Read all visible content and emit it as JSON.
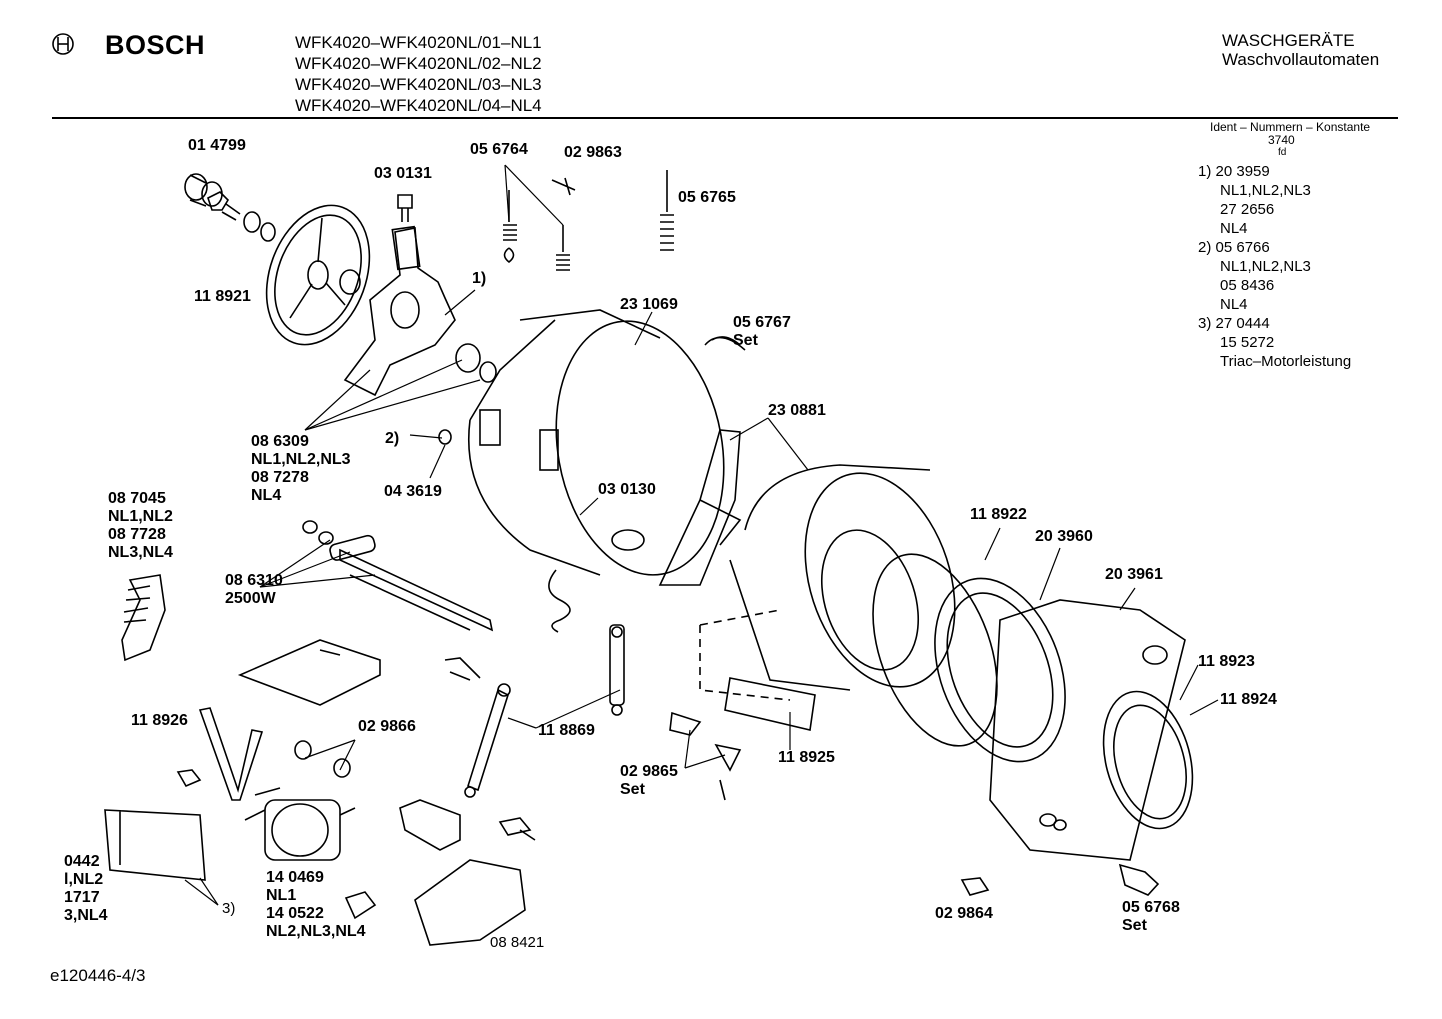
{
  "header": {
    "brand": "BOSCH",
    "models": [
      "WFK4020–WFK4020NL/01–NL1",
      "WFK4020–WFK4020NL/02–NL2",
      "WFK4020–WFK4020NL/03–NL3",
      "WFK4020–WFK4020NL/04–NL4"
    ],
    "category": "WASCHGERÄTE",
    "subcategory": "Waschvollautomaten"
  },
  "ident": {
    "title": "Ident – Nummern – Konstante",
    "code": "3740",
    "sub": "fd",
    "notes": [
      "1) 20 3959",
      "NL1,NL2,NL3",
      "27 2656",
      "NL4",
      "2)  05 6766",
      "NL1,NL2,NL3",
      "05 8436",
      "NL4",
      "3)  27 0444",
      "15 5272",
      "Triac–Motorleistung"
    ]
  },
  "parts": {
    "p014799": "01 4799",
    "p030131": "03 0131",
    "p056764": "05 6764",
    "p029863": "02 9863",
    "p056765": "05 6765",
    "note1": "1)",
    "p118921": "11 8921",
    "p231069": "23 1069",
    "p056767": [
      "05 6767",
      "Set"
    ],
    "p086309": [
      "08 6309",
      "NL1,NL2,NL3",
      "08 7278",
      "NL4"
    ],
    "note2": "2)",
    "p043619": "04 3619",
    "p030130": "03 0130",
    "p230881": "23 0881",
    "p087045": [
      "08 7045",
      "NL1,NL2",
      "08 7728",
      "NL3,NL4"
    ],
    "p086310": [
      "08 6310",
      "2500W"
    ],
    "p118922": "11 8922",
    "p203960": "20 3960",
    "p203961": "20 3961",
    "p118923": "11 8923",
    "p118924": "11 8924",
    "p118926": "11 8926",
    "p029866": "02 9866",
    "p118869": "11 8869",
    "p029865": [
      "02 9865",
      "Set"
    ],
    "p118925": "11 8925",
    "pLeft": [
      "0442",
      "l,NL2",
      "1717",
      "3,NL4"
    ],
    "note3": "3)",
    "p140469": [
      "14 0469",
      "NL1",
      "14 0522",
      "NL2,NL3,NL4"
    ],
    "p088421": "08 8421",
    "p029864": "02 9864",
    "p056768": [
      "05 6768",
      "Set"
    ]
  },
  "footer": {
    "code": "e120446-4/3"
  }
}
